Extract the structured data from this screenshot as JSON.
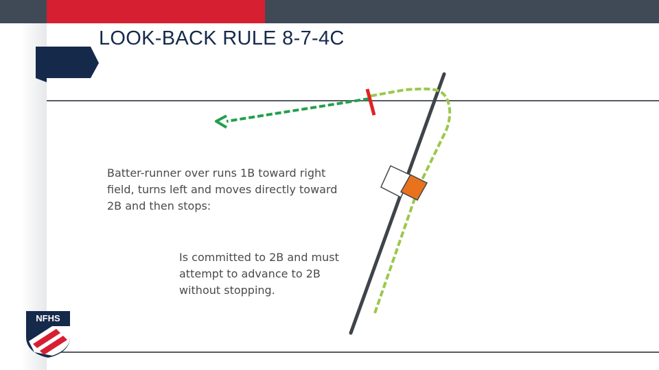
{
  "slide": {
    "title": "LOOK-BACK RULE 8-7-4C"
  },
  "diagram": {
    "description": "Batter-runner over runs 1B toward right field, turns left and moves directly toward 2B and then stops:",
    "result": "Is committed to 2B and must attempt to advance to 2B without stopping."
  },
  "logo": {
    "text": "NFHS"
  },
  "colors": {
    "navy": "#15294b",
    "red": "#d71f32",
    "dark_bar": "#3f4a56",
    "runner_path_light": "#9ac84a",
    "runner_path_dark": "#22a04b",
    "base_orange": "#e8731c",
    "stop_marker": "#e02323",
    "foul_line": "#3f444a"
  }
}
